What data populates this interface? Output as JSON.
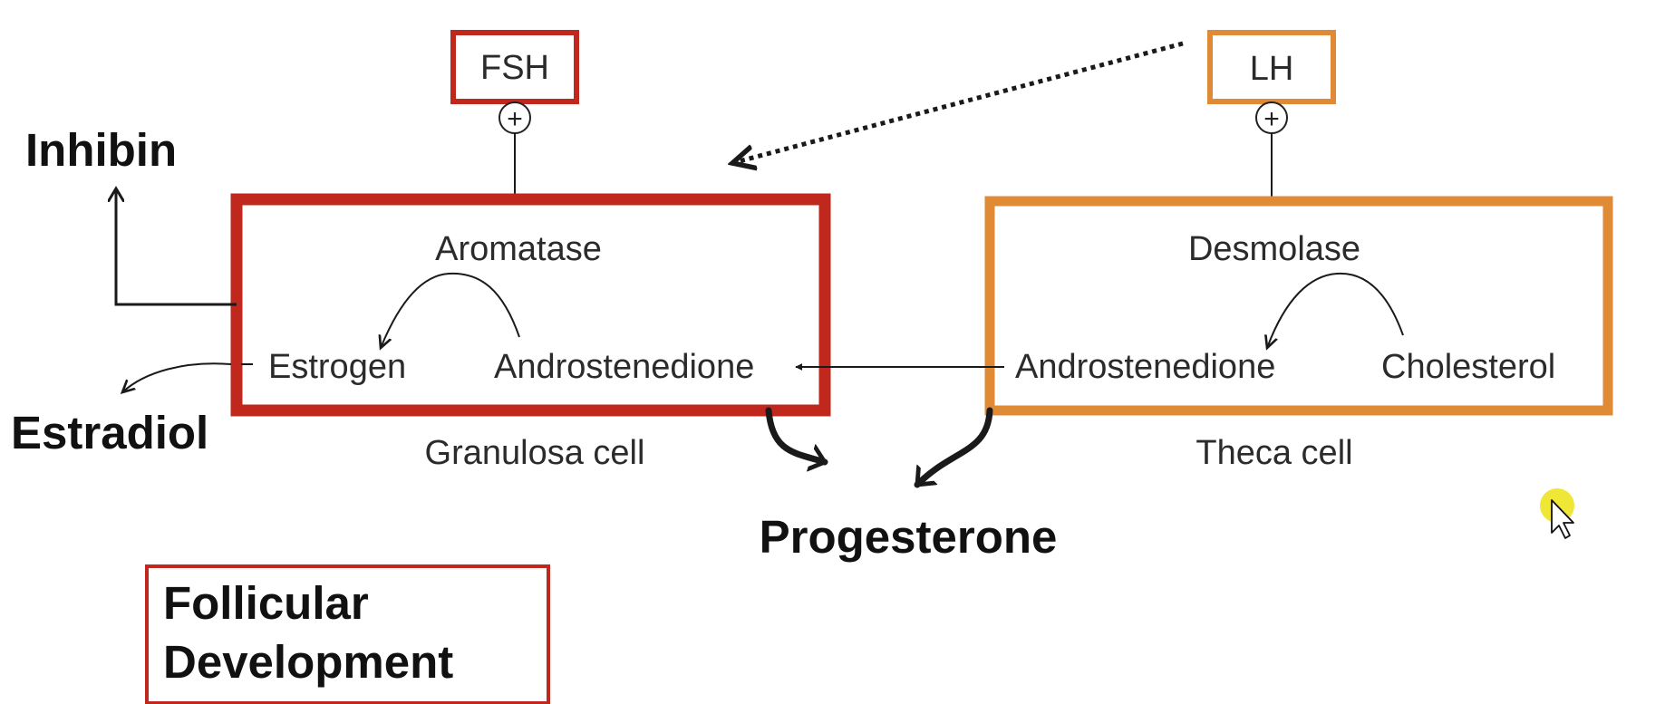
{
  "colors": {
    "granulosa": "#C0281E",
    "theca": "#E08A35",
    "line": "#1a1a1a",
    "cursor_highlight": "#EDE31F"
  },
  "hormones": {
    "fsh": "FSH",
    "lh": "LH",
    "stimulation_symbol": "+"
  },
  "granulosa": {
    "enzyme": "Aromatase",
    "product": "Estrogen",
    "substrate": "Androstenedione",
    "caption": "Granulosa cell"
  },
  "theca": {
    "enzyme": "Desmolase",
    "product": "Androstenedione",
    "substrate": "Cholesterol",
    "caption": "Theca cell"
  },
  "outputs": {
    "inhibin": "Inhibin",
    "estradiol": "Estradiol",
    "progesterone": "Progesterone"
  },
  "title_box": {
    "line1": "Follicular",
    "line2": "Development"
  },
  "cursor": "arrow-cursor"
}
